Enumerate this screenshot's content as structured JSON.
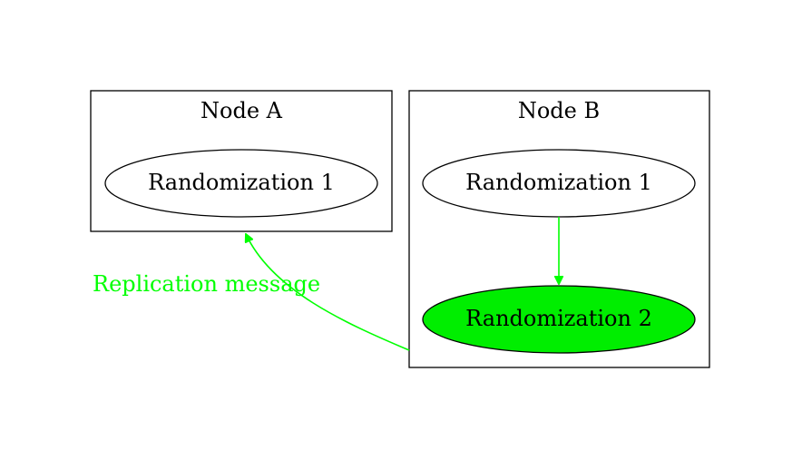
{
  "clusters": [
    {
      "id": "node-a",
      "label": "Node A",
      "nodes": [
        {
          "id": "a-r1",
          "label": "Randomization 1",
          "fill": "#ffffff"
        }
      ]
    },
    {
      "id": "node-b",
      "label": "Node B",
      "nodes": [
        {
          "id": "b-r1",
          "label": "Randomization 1",
          "fill": "#ffffff"
        },
        {
          "id": "b-r2",
          "label": "Randomization 2",
          "fill": "#00ee00"
        }
      ]
    }
  ],
  "edges": [
    {
      "from": "b-r1",
      "to": "b-r2",
      "color": "#00ff00",
      "label": ""
    },
    {
      "from": "node-b",
      "to": "node-a",
      "color": "#00ff00",
      "label": "Replication message"
    }
  ],
  "colors": {
    "stroke": "#000000",
    "edge": "#00ff00",
    "highlight_fill": "#00ee00"
  }
}
